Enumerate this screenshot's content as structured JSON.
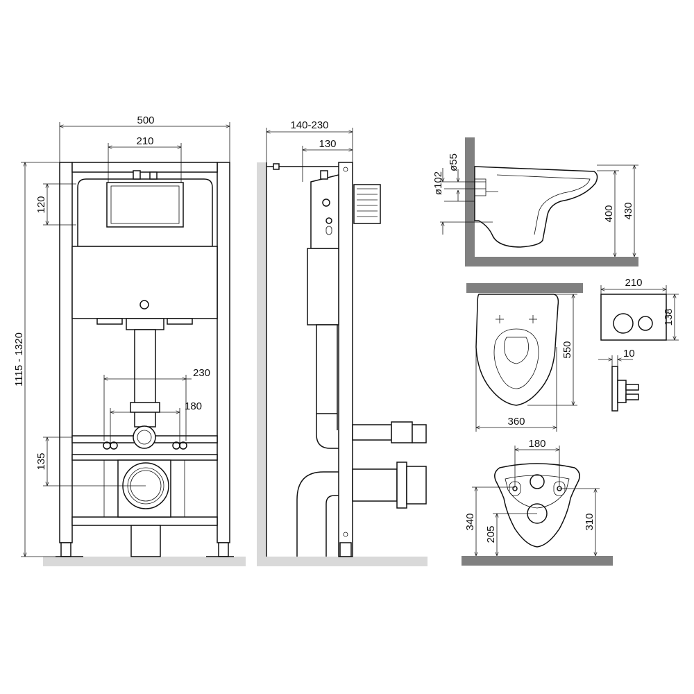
{
  "front_view": {
    "dims": {
      "frame_width": "500",
      "flush_plate_width": "210",
      "frame_height": "1115 - 1320",
      "plate_height": "120",
      "anchor_width": "230",
      "bolt_spacing": "180",
      "drain_height": "135"
    }
  },
  "side_view": {
    "dims": {
      "depth_range": "140-230",
      "frame_depth": "130"
    }
  },
  "bowl_side": {
    "dims": {
      "diameter_55": "ø55",
      "diameter_102": "ø102",
      "height_400": "400",
      "height_430": "430"
    }
  },
  "bowl_top": {
    "dims": {
      "length": "550",
      "width": "360"
    }
  },
  "flush_button": {
    "dims": {
      "width": "210",
      "height": "138",
      "depth": "10"
    }
  },
  "bowl_back": {
    "dims": {
      "bolt_spacing": "180",
      "height_340": "340",
      "height_205": "205",
      "height_310": "310"
    }
  },
  "colors": {
    "line": "#111111",
    "floor": "#808080",
    "floor_light": "#d9d9d9"
  }
}
